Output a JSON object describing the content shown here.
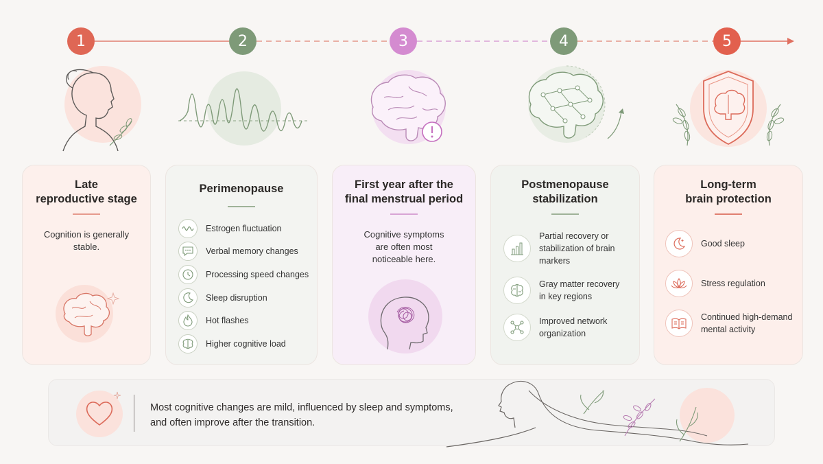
{
  "steps": [
    {
      "number": "1",
      "color": "#df6755"
    },
    {
      "number": "2",
      "color": "#7e9a78"
    },
    {
      "number": "3",
      "color": "#d48bd0"
    },
    {
      "number": "4",
      "color": "#7e9a78"
    },
    {
      "number": "5",
      "color": "#e2604e"
    }
  ],
  "cards": [
    {
      "title_line1": "Late",
      "title_line2": "reproductive stage",
      "desc": "Cognition is generally stable."
    },
    {
      "title": "Perimenopause",
      "items": [
        {
          "label": "Estrogen fluctuation",
          "icon": "wave-icon"
        },
        {
          "label": "Verbal memory changes",
          "icon": "speech-bubble-icon"
        },
        {
          "label": "Processing speed changes",
          "icon": "clock-icon"
        },
        {
          "label": "Sleep disruption",
          "icon": "moon-icon"
        },
        {
          "label": "Hot flashes",
          "icon": "flame-icon"
        },
        {
          "label": "Higher cognitive load",
          "icon": "brain-icon"
        }
      ]
    },
    {
      "title_line1": "First year after the",
      "title_line2": "final menstrual period",
      "desc_line1": "Cognitive symptoms",
      "desc_line2": "are often most",
      "desc_line3": "noticeable here."
    },
    {
      "title_line1": "Postmenopause",
      "title_line2": "stabilization",
      "items": [
        {
          "line1": "Partial recovery or",
          "line2": "stabilization of brain",
          "line3": "markers",
          "icon": "bar-chart-icon"
        },
        {
          "line1": "Gray matter recovery",
          "line2": "in key regions",
          "icon": "brain-icon"
        },
        {
          "line1": "Improved network",
          "line2": "organization",
          "icon": "network-icon"
        }
      ]
    },
    {
      "title_line1": "Long-term",
      "title_line2": "brain protection",
      "items": [
        {
          "line1": "Good sleep",
          "icon": "moon-star-icon"
        },
        {
          "line1": "Stress regulation",
          "icon": "lotus-icon"
        },
        {
          "line1": "Continued high-demand",
          "line2": "mental activity",
          "icon": "book-icon"
        }
      ]
    }
  ],
  "banner": {
    "line1": "Most cognitive changes are mild, influenced by sleep and symptoms,",
    "line2": "and often improve after the transition.",
    "icon": "heart-icon"
  },
  "colors": {
    "coral": "#df6755",
    "sage": "#7e9a78",
    "orchid": "#d48bd0"
  }
}
